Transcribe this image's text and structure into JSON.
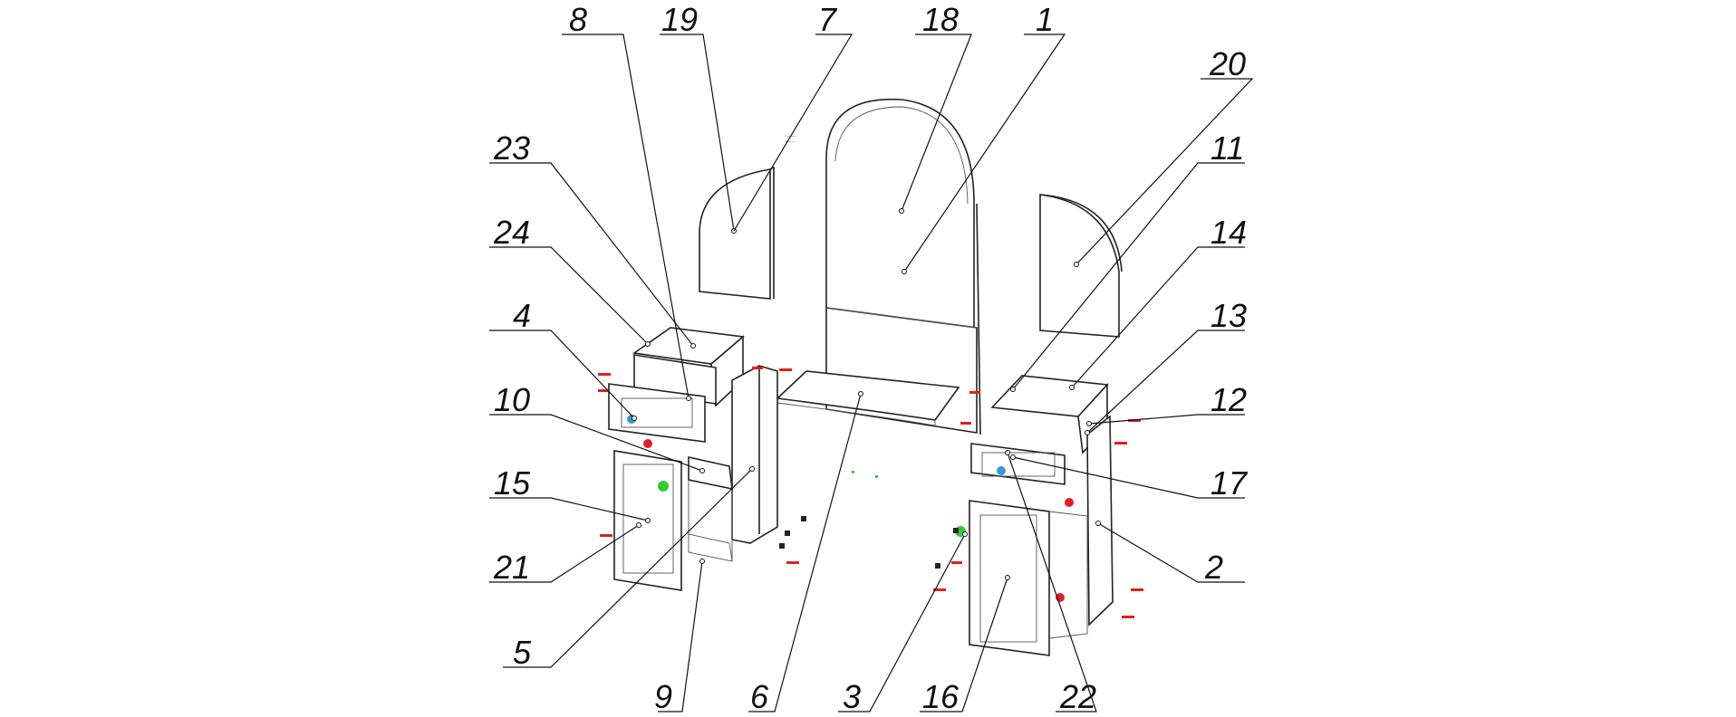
{
  "diagram": {
    "callouts": [
      {
        "id": "c8",
        "text": "8"
      },
      {
        "id": "c19",
        "text": "19"
      },
      {
        "id": "c7",
        "text": "7"
      },
      {
        "id": "c18",
        "text": "18"
      },
      {
        "id": "c1",
        "text": "1"
      },
      {
        "id": "c20",
        "text": "20"
      },
      {
        "id": "c23",
        "text": "23"
      },
      {
        "id": "c11",
        "text": "11"
      },
      {
        "id": "c24",
        "text": "24"
      },
      {
        "id": "c14",
        "text": "14"
      },
      {
        "id": "c4",
        "text": "4"
      },
      {
        "id": "c13",
        "text": "13"
      },
      {
        "id": "c10",
        "text": "10"
      },
      {
        "id": "c12",
        "text": "12"
      },
      {
        "id": "c15",
        "text": "15"
      },
      {
        "id": "c17",
        "text": "17"
      },
      {
        "id": "c21",
        "text": "21"
      },
      {
        "id": "c2",
        "text": "2"
      },
      {
        "id": "c5",
        "text": "5"
      },
      {
        "id": "c9",
        "text": "9"
      },
      {
        "id": "c6",
        "text": "6"
      },
      {
        "id": "c3",
        "text": "3"
      },
      {
        "id": "c16",
        "text": "16"
      },
      {
        "id": "c22",
        "text": "22"
      }
    ],
    "colors": {
      "line": "#222222",
      "hardware_red": "#e02020",
      "hardware_blue": "#3399dd",
      "hardware_green": "#33cc33"
    }
  }
}
